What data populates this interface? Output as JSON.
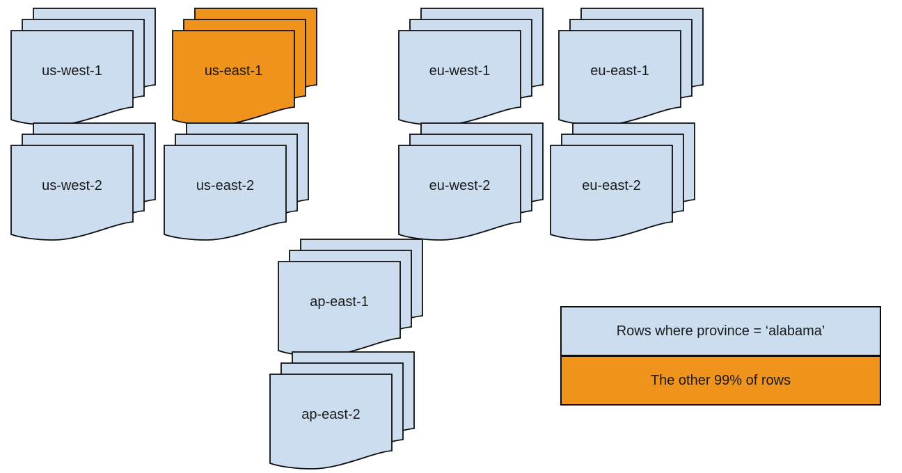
{
  "colors": {
    "light_blue": "#cdddf0",
    "orange": "#f0931d",
    "stroke": "#0d0d0d",
    "text": "#1a1a1a"
  },
  "stacks": [
    {
      "id": "us-west-1",
      "label": "us-west-1",
      "color": "#cdddf0"
    },
    {
      "id": "us-east-1",
      "label": "us-east-1",
      "color": "#f0931d"
    },
    {
      "id": "eu-west-1",
      "label": "eu-west-1",
      "color": "#cdddf0"
    },
    {
      "id": "eu-east-1",
      "label": "eu-east-1",
      "color": "#cdddf0"
    },
    {
      "id": "us-west-2",
      "label": "us-west-2",
      "color": "#cdddf0"
    },
    {
      "id": "us-east-2",
      "label": "us-east-2",
      "color": "#cdddf0"
    },
    {
      "id": "eu-west-2",
      "label": "eu-west-2",
      "color": "#cdddf0"
    },
    {
      "id": "eu-east-2",
      "label": "eu-east-2",
      "color": "#cdddf0"
    },
    {
      "id": "ap-east-1",
      "label": "ap-east-1",
      "color": "#cdddf0"
    },
    {
      "id": "ap-east-2",
      "label": "ap-east-2",
      "color": "#cdddf0"
    }
  ],
  "legend": {
    "items": [
      {
        "label": "Rows where province = ‘alabama’",
        "color": "#cdddf0"
      },
      {
        "label": "The other 99% of rows",
        "color": "#f0931d"
      }
    ]
  }
}
